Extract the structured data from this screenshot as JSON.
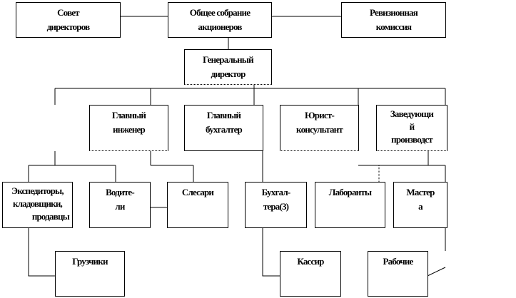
{
  "nodes": {
    "board": [
      "Совет",
      "директоров"
    ],
    "meeting": [
      "Общее собрание",
      "акционеров"
    ],
    "audit": [
      "Ревизионная",
      "комиссия"
    ],
    "ceo": [
      "Генеральный",
      "директор"
    ],
    "chief_engineer": [
      "Главный",
      "инженер"
    ],
    "chief_accountant": [
      "Главный",
      "бухгалтер"
    ],
    "lawyer": [
      "Юрист-",
      "консультант"
    ],
    "production_head": [
      "Заведующи",
      "й",
      "производст"
    ],
    "forwarders": [
      "Экспедиторы,",
      "кладовщики,",
      "продавцы"
    ],
    "drivers": [
      "Водите-",
      "ли"
    ],
    "mechanics": [
      "Слесари"
    ],
    "accountants": [
      "Бухгал-",
      "тера(3)"
    ],
    "lab": [
      "Лаборанты"
    ],
    "masters": [
      "Мастер",
      "а"
    ],
    "loaders": [
      "Грузчики"
    ],
    "cashier": [
      "Кассир"
    ],
    "workers": [
      "Рабочие"
    ]
  }
}
